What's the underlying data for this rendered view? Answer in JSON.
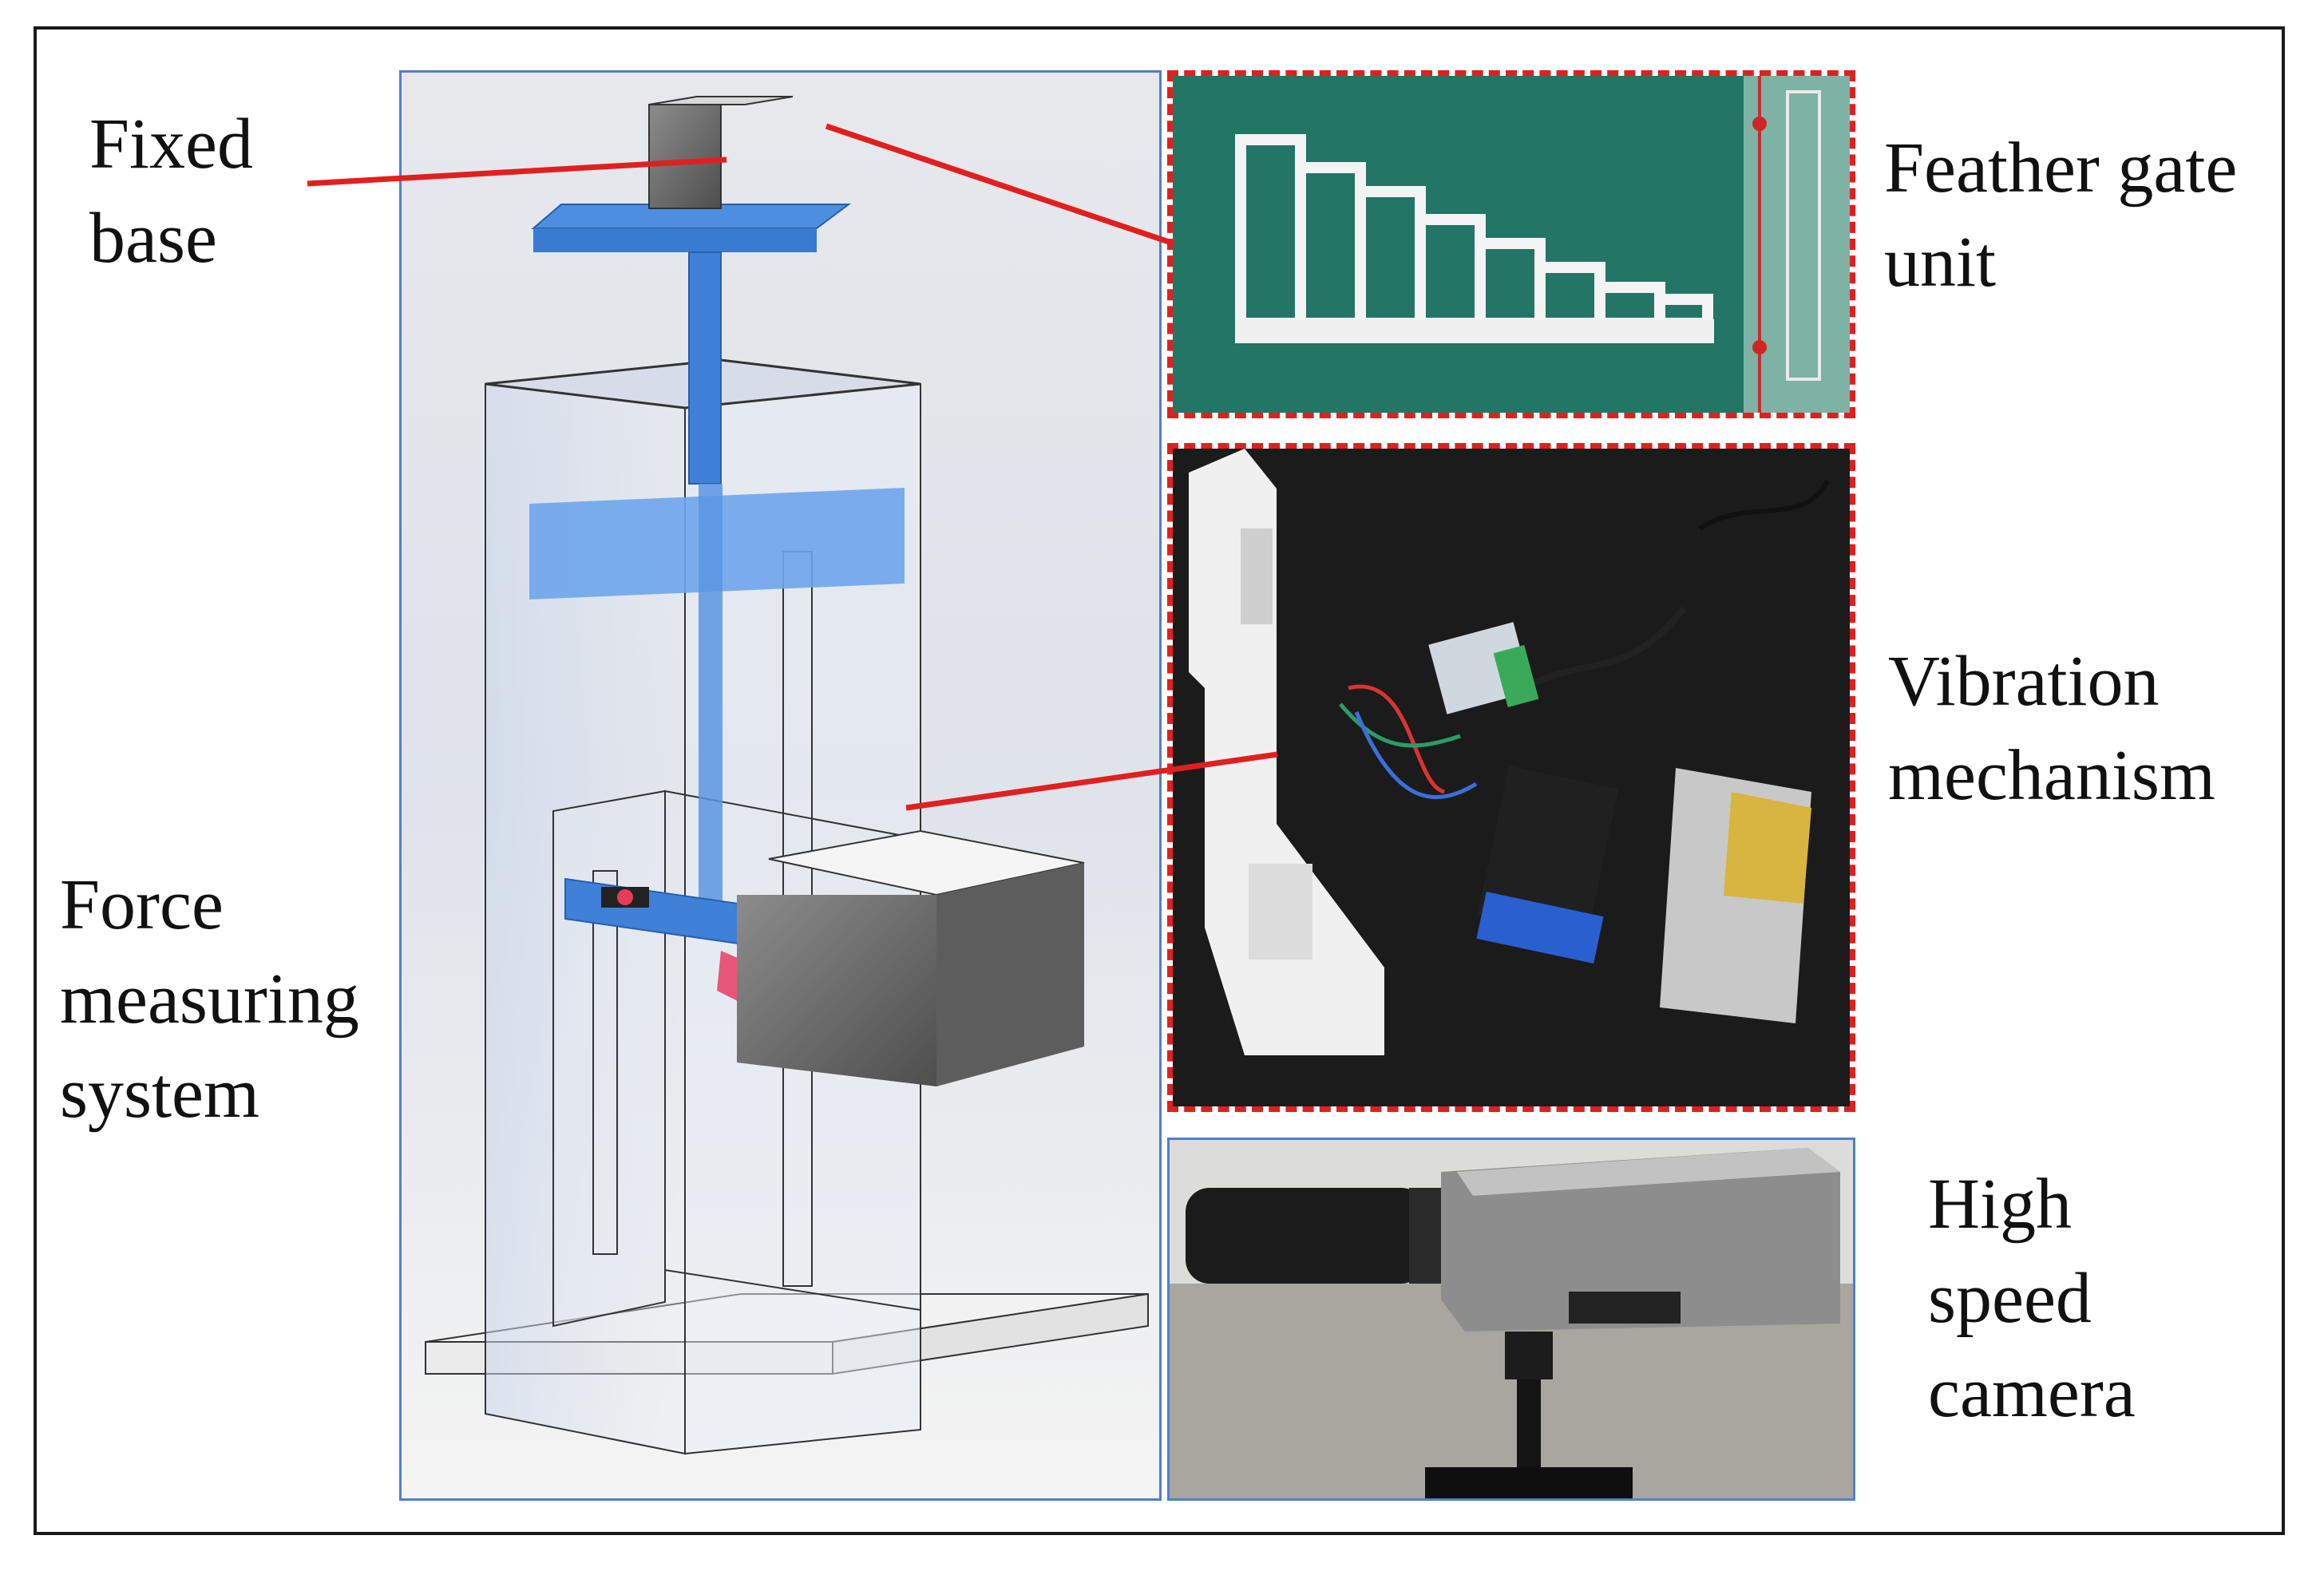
{
  "labels": {
    "fixed_base": [
      "Fixed",
      "base"
    ],
    "feather_gate_unit": [
      "Feather gate",
      "unit"
    ],
    "vibration_mechanism": [
      "Vibration",
      "mechanism"
    ],
    "force_measuring_system": [
      "Force",
      "measuring",
      "system"
    ],
    "high_speed_camera": [
      "High",
      "speed",
      "camera"
    ]
  },
  "colors": {
    "frame": "#1a1a1a",
    "connector_line": "#e02020",
    "panel_border_blue": "#4f7fcf",
    "panel_border_red_dashed": "#e02020",
    "feather_background": "#1f6f62",
    "vibration_background": "#1b1b1b",
    "cad_blue": "#3f7fd6"
  }
}
